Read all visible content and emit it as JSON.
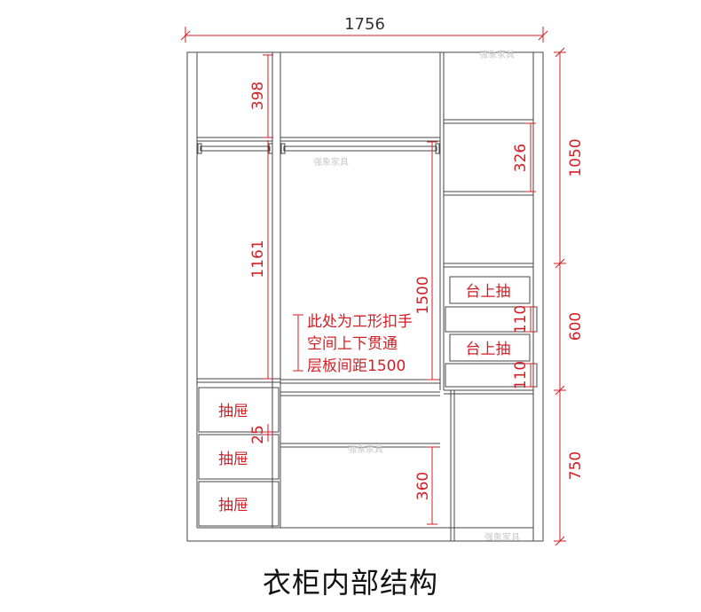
{
  "title": "衣柜内部结构",
  "overall_width": "1756",
  "dims": {
    "top_shelf": "398",
    "hanging": "1161",
    "mid_height": "1500",
    "bottom_gap": "360",
    "drawer_gap": "25",
    "right_shelf": "326",
    "tray1": "110",
    "tray2": "110"
  },
  "right_side": {
    "upper": "1050",
    "middle": "600",
    "lower": "750"
  },
  "labels": {
    "drawer1": "抽屉",
    "drawer2": "抽屉",
    "drawer3": "抽屉",
    "tray1": "台上抽",
    "tray2": "台上抽"
  },
  "note": {
    "line1": "此处为工形扣手",
    "line2": "空间上下贯通",
    "line3": "层板间距1500"
  },
  "watermark": "强象家具",
  "colors": {
    "dim_red": "#d21f26",
    "line": "#444444"
  }
}
